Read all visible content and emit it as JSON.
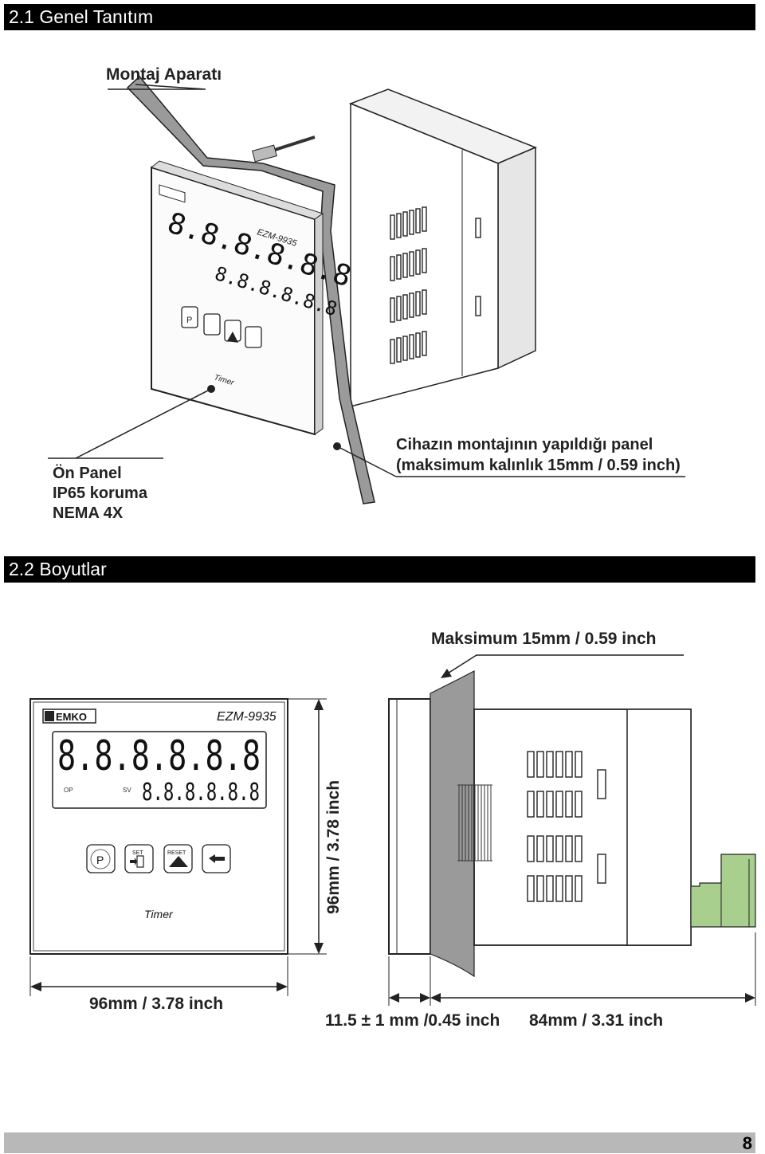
{
  "section1": {
    "title": "2.1 Genel Tanıtım",
    "mount_label": "Montaj Aparatı",
    "front_label": [
      "Ön Panel",
      "IP65 koruma",
      "NEMA 4X"
    ],
    "panel_label": [
      "Cihazın montajının yapıldığı panel",
      "(maksimum kalınlık 15mm / 0.59 inch)"
    ]
  },
  "section2": {
    "title": "2.2 Boyutlar",
    "max_label": "Maksimum 15mm / 0.59 inch",
    "width_label": "96mm / 3.78 inch",
    "height_label": "96mm / 3.78 inch",
    "depth1_label": "11.5 ± 1 mm /0.45 inch",
    "depth2_label": "84mm / 3.31 inch"
  },
  "device": {
    "brand": "EMKO",
    "model": "EZM-9935",
    "display_top": "8.8.8.8.8.8",
    "display_bottom": "8.8.8.8.8.8",
    "op_label": "OP",
    "sv_label": "SV",
    "btn_p": "P",
    "btn_set": "SET",
    "btn_reset": "RESET",
    "name": "Timer"
  },
  "page_number": "8"
}
